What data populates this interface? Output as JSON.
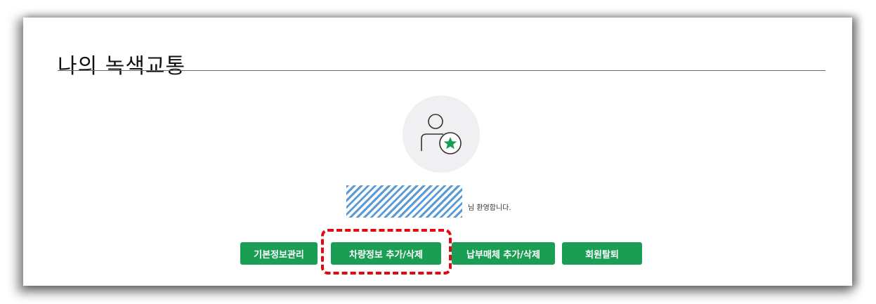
{
  "page": {
    "title": "나의 녹색교통"
  },
  "profile": {
    "avatar_icon": "user-star-icon",
    "username_masked": true,
    "welcome_suffix": "님 환영합니다."
  },
  "actions": {
    "buttons": [
      {
        "label": "기본정보관리"
      },
      {
        "label": "차량정보 추가/삭제",
        "highlighted": true
      },
      {
        "label": "납부매체 추가/삭제"
      },
      {
        "label": "회원탈퇴"
      }
    ]
  },
  "colors": {
    "button_bg": "#1a9e54",
    "highlight_border": "#e30613",
    "star": "#1a9e54",
    "mask_stripe": "#5b9bd5"
  }
}
